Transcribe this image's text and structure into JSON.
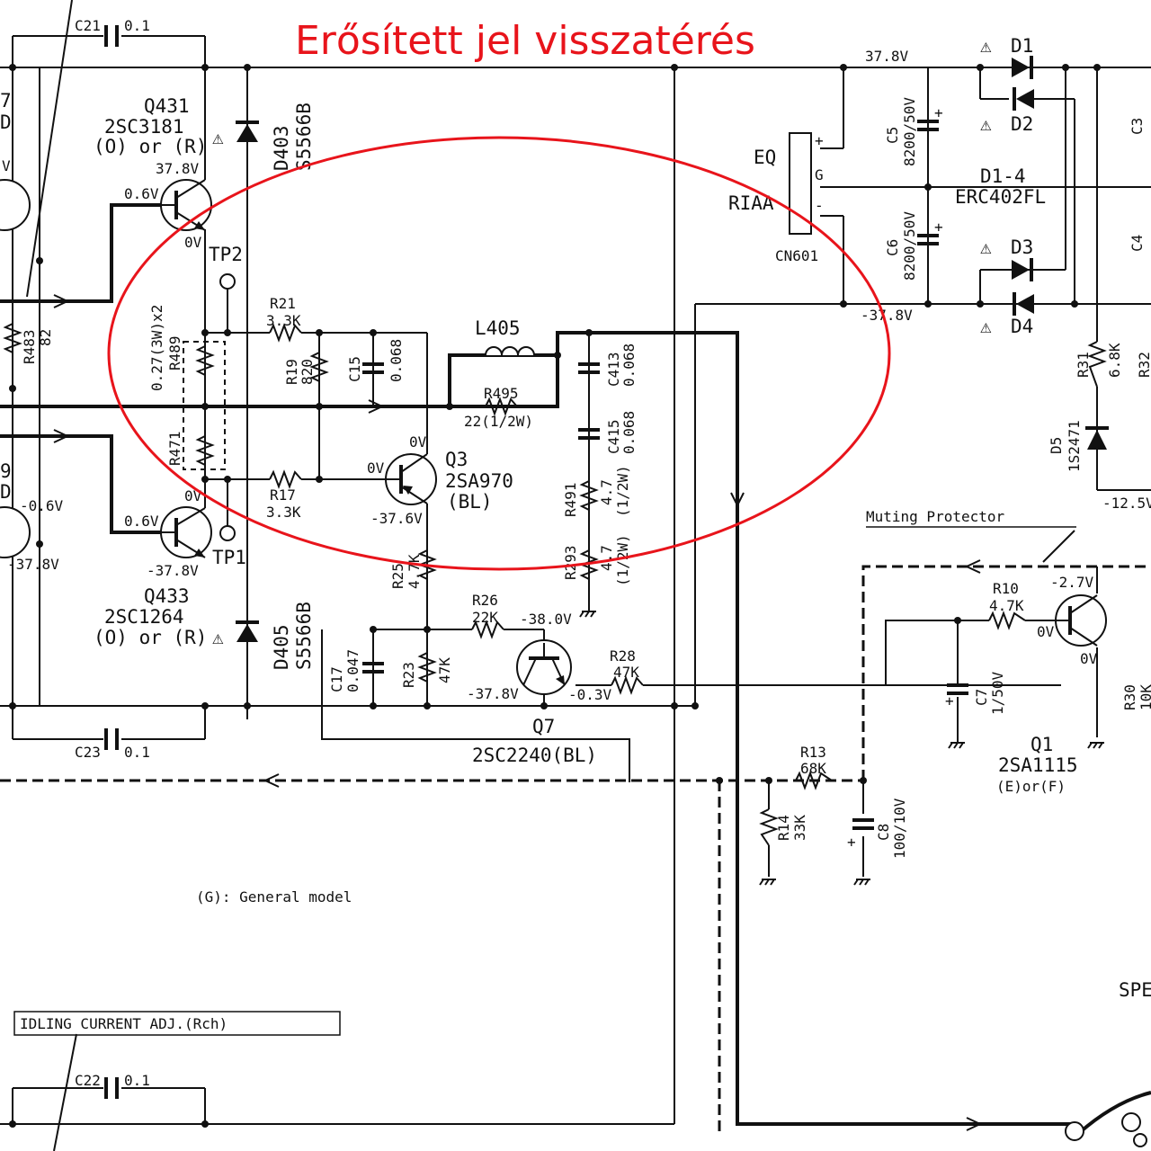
{
  "annotation": {
    "title": "Erősített jel visszatérés",
    "color": "#e8141b"
  },
  "notes": {
    "general_model": "(G): General model",
    "idling_adj": "IDLING CURRENT ADJ.(Rch)",
    "muting_protector": "Muting Protector",
    "spe_cutoff": "SPE"
  },
  "transistors": {
    "q431": {
      "ref": "Q431",
      "part": "2SC3181",
      "grade": "(O) or (R)",
      "vb": "0.6V",
      "vc": "37.8V",
      "ve": "0V"
    },
    "q433": {
      "ref": "Q433",
      "part": "2SC1264",
      "grade": "(O) or (R)",
      "vb": "0.6V",
      "vc": "-37.8V",
      "ve": "0V"
    },
    "q3": {
      "ref": "Q3",
      "part": "2SA970",
      "grade": "(BL)",
      "vb": "0V",
      "ve": "0V",
      "vc": "-37.6V"
    },
    "q7": {
      "ref": "Q7",
      "part": "2SC2240(BL)",
      "vc": "-38.0V",
      "ve": "-37.8V",
      "vb": "-0.3V"
    },
    "q1": {
      "ref": "Q1",
      "part": "2SA1115",
      "grade": "(E)or(F)",
      "vc": "-2.7V",
      "vb": "0V",
      "ve": "0V"
    },
    "left_partial": {
      "v1": "-0.6V",
      "v2": "-37.8V"
    }
  },
  "diodes": {
    "d403": {
      "ref": "D403",
      "part": "S5566B"
    },
    "d405": {
      "ref": "D405",
      "part": "S5566B"
    },
    "d1": {
      "ref": "D1"
    },
    "d2": {
      "ref": "D2"
    },
    "d3": {
      "ref": "D3"
    },
    "d4": {
      "ref": "D4"
    },
    "d1_4": {
      "ref": "D1-4",
      "part": "ERC402FL"
    },
    "d5": {
      "ref": "D5",
      "part": "1S2471"
    }
  },
  "resistors": {
    "r21": {
      "ref": "R21",
      "value": "3.3K"
    },
    "r19": {
      "ref": "R19",
      "value": "820"
    },
    "r17": {
      "ref": "R17",
      "value": "3.3K"
    },
    "r489": {
      "ref": "R489",
      "value": "0.27(3W)x2"
    },
    "r471": {
      "ref": "R471"
    },
    "r483": {
      "ref": "R483",
      "value": "82"
    },
    "r495": {
      "ref": "R495",
      "value": "22(1/2W)"
    },
    "r491": {
      "ref": "R491",
      "value": "4.7",
      "rating": "(1/2W)"
    },
    "r493": {
      "ref": "R293",
      "value": "4.7",
      "rating": "(1/2W)"
    },
    "r25": {
      "ref": "R25",
      "value": "4.7K"
    },
    "r26": {
      "ref": "R26",
      "value": "22K"
    },
    "r23": {
      "ref": "R23",
      "value": "47K"
    },
    "r28": {
      "ref": "R28",
      "value": "47K"
    },
    "r10": {
      "ref": "R10",
      "value": "4.7K"
    },
    "r13": {
      "ref": "R13",
      "value": "68K"
    },
    "r14": {
      "ref": "R14",
      "value": "33K"
    },
    "r31": {
      "ref": "R31",
      "value": "6.8K"
    },
    "r30": {
      "ref": "R30",
      "value": "10K"
    },
    "r32": {
      "ref": "R32"
    }
  },
  "capacitors": {
    "c21": {
      "ref": "C21",
      "value": "0.1"
    },
    "c23": {
      "ref": "C23",
      "value": "0.1"
    },
    "c22": {
      "ref": "C22",
      "value": "0.1"
    },
    "c15": {
      "ref": "C15",
      "value": "0.068"
    },
    "c413": {
      "ref": "C413",
      "value": "0.068"
    },
    "c415": {
      "ref": "C415",
      "value": "0.068"
    },
    "c17": {
      "ref": "C17",
      "value": "0.047"
    },
    "c5": {
      "ref": "C5",
      "value": "8200/50V"
    },
    "c6": {
      "ref": "C6",
      "value": "8200/50V"
    },
    "c7": {
      "ref": "C7",
      "value": "1/50V"
    },
    "c8": {
      "ref": "C8",
      "value": "100/10V"
    },
    "c3": {
      "ref": "C3"
    },
    "c4": {
      "ref": "C4"
    }
  },
  "inductor": {
    "ref": "L405"
  },
  "testpoints": {
    "tp1": "TP1",
    "tp2": "TP2"
  },
  "connector": {
    "ref": "CN601",
    "eq": "EQ",
    "riaa": "RIAA",
    "pin_plus": "+",
    "pin_g": "G",
    "pin_minus": "-"
  },
  "rails": {
    "pos": "37.8V",
    "neg": "-37.8V",
    "d5_rail": "-12.5V"
  },
  "partial_edge": {
    "left_top": "7",
    "left_top2": "D",
    "left_mid": "9",
    "left_mid2": "D",
    "left_v": "V"
  }
}
